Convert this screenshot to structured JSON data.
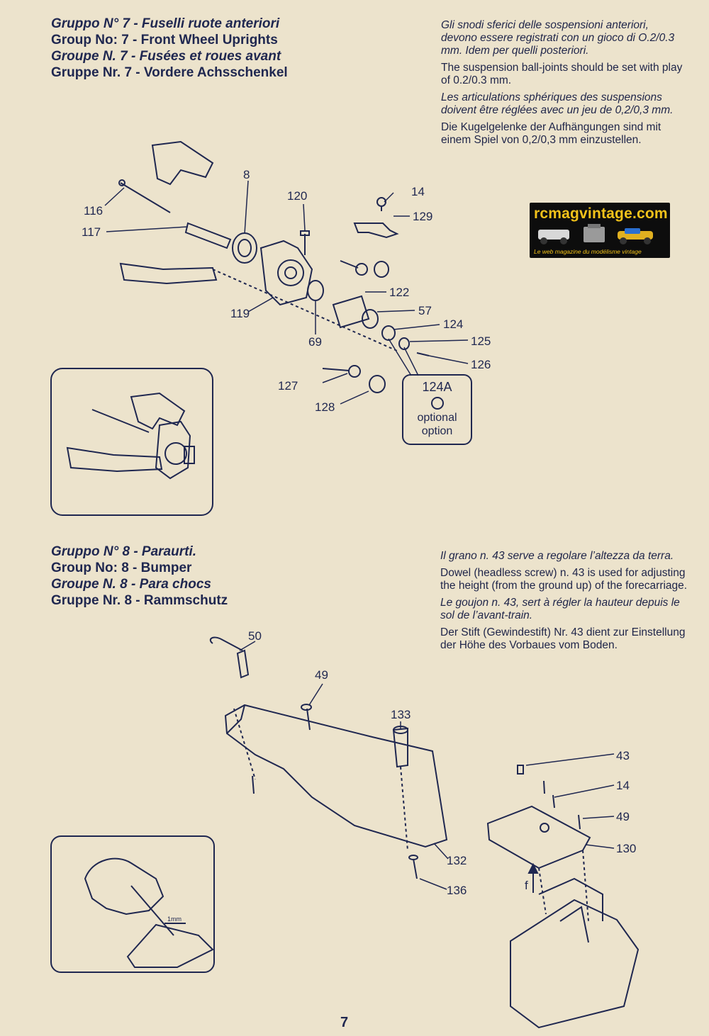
{
  "group7": {
    "titles": [
      "Gruppo N° 7 - Fuselli ruote anteriori",
      "Group No: 7 - Front Wheel Uprights",
      "Groupe N. 7 - Fusées et roues avant",
      "Gruppe Nr. 7 - Vordere Achsschenkel"
    ],
    "notes": [
      "Gli snodi sferici delle sospensioni anteriori, devono essere registrati con un gioco di O.2/0.3 mm. Idem per quelli posteriori.",
      "The suspension ball-joints should be set with play of 0.2/0.3 mm.",
      "Les articulations sphériques des suspensions doivent être réglées avec un jeu de 0,2/0,3 mm.",
      "Die Kugelgelenke der Aufhängungen sind mit einem Spiel von 0,2/0,3 mm einzustellen."
    ],
    "parts": [
      "116",
      "8",
      "120",
      "14",
      "129",
      "117",
      "119",
      "69",
      "122",
      "57",
      "124",
      "125",
      "126",
      "127",
      "128"
    ],
    "option": {
      "code": "124A",
      "line1": "optional",
      "line2": "option"
    }
  },
  "logo": {
    "text": "rcmagvintage.com",
    "tagline": "Le web magazine du modélisme vintage",
    "colors": {
      "bg": "#0d0d0d",
      "text": "#f2c21a"
    }
  },
  "group8": {
    "titles": [
      "Gruppo N° 8 - Paraurti.",
      "Group No: 8 - Bumper",
      "Groupe N. 8 - Para chocs",
      "Gruppe Nr. 8 - Rammschutz"
    ],
    "notes": [
      "Il grano n. 43 serve a regolare l’altezza da terra.",
      "Dowel (headless screw) n. 43 is used for adjusting the height (from the ground up) of the forecarriage.",
      "Le goujon n. 43, sert à régler la hauteur depuis le sol de l’avant-train.",
      "Der Stift (Gewindestift) Nr. 43 dient zur Einstellung der Höhe des Vorbaues vom Boden."
    ],
    "parts": [
      "50",
      "49",
      "133",
      "43",
      "14",
      "49",
      "130",
      "132",
      "136"
    ],
    "arrow_label": "f",
    "dimension_label": "1mm"
  },
  "page_number": "7",
  "colors": {
    "ink": "#1f2750",
    "paper": "#ece3cc"
  }
}
